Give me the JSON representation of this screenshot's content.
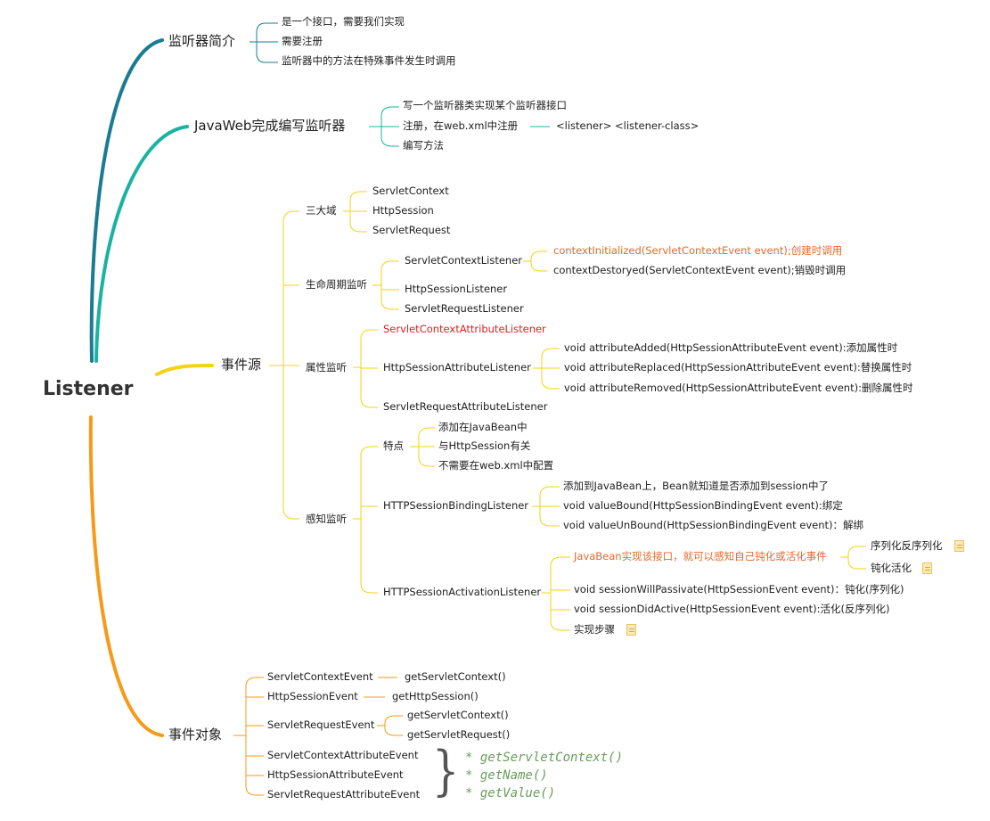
{
  "root": "Listener",
  "b1": {
    "label": "监听器简介",
    "items": [
      "是一个接口，需要我们实现",
      "需要注册",
      "监听器中的方法在特殊事件发生时调用"
    ]
  },
  "b2": {
    "label": "JavaWeb完成编写监听器",
    "items": [
      "写一个监听器类实现某个监听器接口",
      "注册，在web.xml中注册",
      "编写方法"
    ],
    "register_detail": "<listener> <listener-class>"
  },
  "b3": {
    "label": "事件源",
    "domains": {
      "label": "三大域",
      "items": [
        "ServletContext",
        "HttpSession",
        "ServletRequest"
      ]
    },
    "lifecycle": {
      "label": "生命周期监听",
      "scl": {
        "label": "ServletContextListener",
        "methods": [
          "contextInitialized(ServletContextEvent event);创建时调用",
          "contextDestoryed(ServletContextEvent event);销毁时调用"
        ]
      },
      "hsl": "HttpSessionListener",
      "srl": "ServletRequestListener"
    },
    "attribute": {
      "label": "属性监听",
      "scal": "ServletContextAttributeListener",
      "hsal": {
        "label": "HttpSessionAttributeListener",
        "methods": [
          "void attributeAdded(HttpSessionAttributeEvent event):添加属性时",
          "void attributeReplaced(HttpSessionAttributeEvent event):替换属性时",
          "void attributeRemoved(HttpSessionAttributeEvent event):删除属性时"
        ]
      },
      "sral": "ServletRequestAttributeListener"
    },
    "aware": {
      "label": "感知监听",
      "features": {
        "label": "特点",
        "items": [
          "添加在JavaBean中",
          "与HttpSession有关",
          "不需要在web.xml中配置"
        ]
      },
      "binding": {
        "label": "HTTPSessionBindingListener",
        "items": [
          "添加到JavaBean上，Bean就知道是否添加到session中了",
          "void valueBound(HttpSessionBindingEvent event):绑定",
          "void valueUnBound(HttpSessionBindingEvent event)：解绑"
        ]
      },
      "activation": {
        "label": "HTTPSessionActivationListener",
        "note": "JavaBean实现该接口，就可以感知自己钝化或活化事件",
        "note_items": [
          "序列化反序列化",
          "钝化活化"
        ],
        "items": [
          "void sessionWillPassivate(HttpSessionEvent event)：钝化(序列化)",
          "void sessionDidActive(HttpSessionEvent event):活化(反序列化)",
          "实现步骤"
        ]
      }
    }
  },
  "b4": {
    "label": "事件对象",
    "sce": {
      "label": "ServletContextEvent",
      "method": "getServletContext()"
    },
    "hse": {
      "label": "HttpSessionEvent",
      "method": "getHttpSession()"
    },
    "sre": {
      "label": "ServletRequestEvent",
      "methods": [
        "getServletContext()",
        "getServletRequest()"
      ]
    },
    "attr_events": [
      "ServletContextAttributeEvent",
      "HttpSessionAttributeEvent",
      "ServletRequestAttributeEvent"
    ],
    "attr_methods": [
      "* getServletContext()",
      "* getName()",
      "* getValue()"
    ]
  },
  "colors": {
    "b1": "#1a7c93",
    "b2": "#1ab3a2",
    "b3": "#f3d316",
    "b4": "#f59a1a",
    "highlight_orange": "#e4692b",
    "highlight_red": "#e02020",
    "italic_green": "#6a9d5c"
  }
}
